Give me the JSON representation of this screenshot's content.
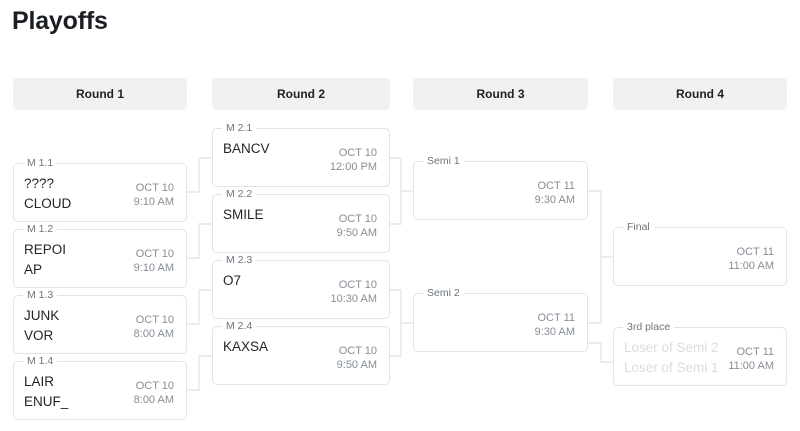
{
  "page": {
    "title": "Playoffs"
  },
  "rounds": [
    {
      "label": "Round 1"
    },
    {
      "label": "Round 2"
    },
    {
      "label": "Round 3"
    },
    {
      "label": "Round 4"
    }
  ],
  "matches": {
    "m11": {
      "legend": "M 1.1",
      "team_top": "????",
      "team_bottom": "CLOUD",
      "date": "OCT 10",
      "time": "9:10 AM"
    },
    "m12": {
      "legend": "M 1.2",
      "team_top": "REPOI",
      "team_bottom": "AP",
      "date": "OCT 10",
      "time": "9:10 AM"
    },
    "m13": {
      "legend": "M 1.3",
      "team_top": "JUNK",
      "team_bottom": "VOR",
      "date": "OCT 10",
      "time": "8:00 AM"
    },
    "m14": {
      "legend": "M 1.4",
      "team_top": "LAIR",
      "team_bottom": "ENUF_",
      "date": "OCT 10",
      "time": "8:00 AM"
    },
    "m21": {
      "legend": "M 2.1",
      "team_top": "BANCV",
      "date": "OCT 10",
      "time": "12:00 PM"
    },
    "m22": {
      "legend": "M 2.2",
      "team_top": "SMILE",
      "date": "OCT 10",
      "time": "9:50 AM"
    },
    "m23": {
      "legend": "M 2.3",
      "team_top": "O7",
      "date": "OCT 10",
      "time": "10:30 AM"
    },
    "m24": {
      "legend": "M 2.4",
      "team_top": "KAXSA",
      "date": "OCT 10",
      "time": "9:50 AM"
    },
    "semi1": {
      "legend": "Semi 1",
      "date": "OCT 11",
      "time": "9:30 AM"
    },
    "semi2": {
      "legend": "Semi 2",
      "date": "OCT 11",
      "time": "9:30 AM"
    },
    "final": {
      "legend": "Final",
      "date": "OCT 11",
      "time": "11:00 AM"
    },
    "third": {
      "legend": "3rd place",
      "team_top": "Loser of Semi 2",
      "team_bottom": "Loser of Semi 1",
      "date": "OCT 11",
      "time": "11:00 AM"
    }
  },
  "colors": {
    "header_bg": "#f1f1f1",
    "card_border": "#e3e3e3",
    "legend_text": "#6c757d",
    "meta_text": "#868e96",
    "placeholder_text": "#dcdcdc",
    "title_text": "#1b1f23",
    "wire": "#e6e6e6"
  }
}
